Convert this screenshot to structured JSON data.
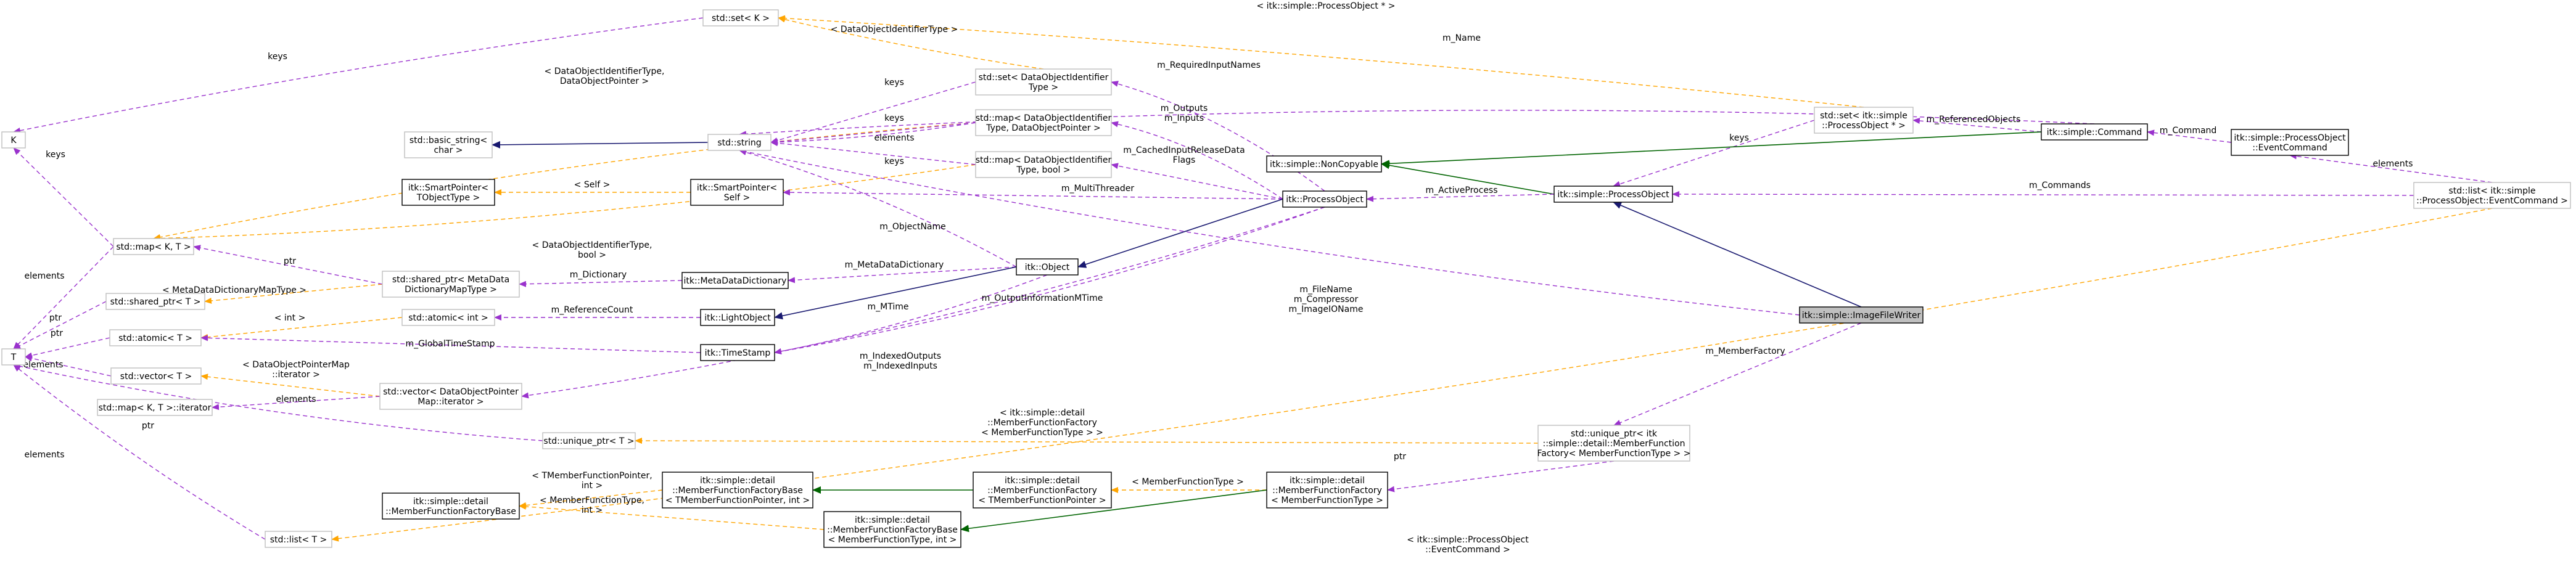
{
  "colors": {
    "member_edge": "#9a32cd",
    "template_edge": "#ffa500",
    "inherit_edge": "#191970",
    "template_inherit_edge": "#006400",
    "focus_fill": "#bfbfbf",
    "template_node_border": "#bfbfbf"
  },
  "nodes": {
    "K": [
      "K"
    ],
    "T": [
      "T"
    ],
    "std_set_K": [
      "std::set< K >"
    ],
    "std_map_KT": [
      "std::map< K, T >"
    ],
    "std_shared_ptr_T": [
      "std::shared_ptr< T >"
    ],
    "std_atomic_T": [
      "std::atomic< T >"
    ],
    "std_vector_T": [
      "std::vector< T >"
    ],
    "std_map_iterator": [
      "std::map< K, T >::iterator"
    ],
    "member_function_factory_base": [
      "itk::simple::detail",
      "::MemberFunctionFactoryBase"
    ],
    "std_list_T": [
      "std::list< T >"
    ],
    "std_basic_string": [
      "std::basic_string<",
      "char >"
    ],
    "smart_pointer_TObjectType": [
      "itk::SmartPointer<",
      "TObjectType >"
    ],
    "std_string": [
      "std::string"
    ],
    "smart_pointer_Self": [
      "itk::SmartPointer<",
      "Self >"
    ],
    "std_shared_ptr_mddmt": [
      "std::shared_ptr< MetaData",
      "DictionaryMapType >"
    ],
    "std_atomic_int": [
      "std::atomic< int >"
    ],
    "std_vector_dopm_iterator": [
      "std::vector< DataObjectPointer",
      "Map::iterator >"
    ],
    "std_unique_ptr_T": [
      "std::unique_ptr< T >"
    ],
    "mffb_TMemberFunctionPointer": [
      "itk::simple::detail",
      "::MemberFunctionFactoryBase",
      "< TMemberFunctionPointer, int >"
    ],
    "mffb_MemberFunctionType": [
      "itk::simple::detail",
      "::MemberFunctionFactoryBase",
      "< MemberFunctionType, int >"
    ],
    "std_set_DOIT": [
      "std::set< DataObjectIdentifier",
      "Type >"
    ],
    "std_map_DOIT_ptr": [
      "std::map< DataObjectIdentifier",
      "Type, DataObjectPointer >"
    ],
    "std_map_DOIT_bool": [
      "std::map< DataObjectIdentifier",
      "Type, bool >"
    ],
    "meta_data_dictionary": [
      "itk::MetaDataDictionary"
    ],
    "light_object": [
      "itk::LightObject"
    ],
    "time_stamp": [
      "itk::TimeStamp"
    ],
    "itk_object": [
      "itk::Object"
    ],
    "member_function_factory_TMFP": [
      "itk::simple::detail",
      "::MemberFunctionFactory",
      "< TMemberFunctionPointer >"
    ],
    "non_copyable": [
      "itk::simple::NonCopyable"
    ],
    "itk_process_object": [
      "itk::ProcessObject"
    ],
    "member_function_factory_MFT": [
      "itk::simple::detail",
      "::MemberFunctionFactory",
      "< MemberFunctionType >"
    ],
    "simple_process_object": [
      "itk::simple::ProcessObject"
    ],
    "std_set_process_object_ptr": [
      "std::set< itk::simple",
      "::ProcessObject * >"
    ],
    "unique_ptr_mff": [
      "std::unique_ptr< itk",
      "::simple::detail::MemberFunction",
      "Factory< MemberFunctionType > >"
    ],
    "image_file_writer": [
      "itk::simple::ImageFileWriter"
    ],
    "simple_command": [
      "itk::simple::Command"
    ],
    "event_command": [
      "itk::simple::ProcessObject",
      "::EventCommand"
    ],
    "std_list_event_command": [
      "std::list< itk::simple",
      "::ProcessObject::EventCommand >"
    ]
  },
  "edge_labels": {
    "keys_set_K": [
      "keys"
    ],
    "keys_map_K": [
      "keys"
    ],
    "elements_map_T": [
      "elements"
    ],
    "ptr_shared_T": [
      "ptr"
    ],
    "ptr_atomic_T": [
      "ptr"
    ],
    "elements_vector_T": [
      "elements"
    ],
    "ptr_unique_T": [
      "ptr"
    ],
    "elements_list_T": [
      "elements"
    ],
    "tpl_mddmt": [
      "< MetaDataDictionaryMapType >"
    ],
    "tpl_int": [
      "< int >"
    ],
    "tpl_dopm_iterator": [
      "< DataObjectPointerMap",
      "::iterator >"
    ],
    "elements_map_iter": [
      "elements"
    ],
    "tpl_tmfp_int": [
      "< TMemberFunctionPointer,",
      "int >"
    ],
    "tpl_mft_int": [
      "< MemberFunctionType,",
      "int >"
    ],
    "tpl_doit": [
      "< DataObjectIdentifierType >"
    ],
    "tpl_doit_ptr": [
      "< DataObjectIdentifierType,",
      "DataObjectPointer >"
    ],
    "tpl_doit_bool": [
      "< DataObjectIdentifierType,",
      "bool >"
    ],
    "tpl_self": [
      "< Self >"
    ],
    "keys_set_doit": [
      "keys"
    ],
    "keys_map_doit_ptr": [
      "keys"
    ],
    "elements_map_doit_ptr": [
      "elements"
    ],
    "keys_map_doit_bool": [
      "keys"
    ],
    "ptr_shared_mddmt": [
      "ptr"
    ],
    "m_dictionary": [
      "m_Dictionary"
    ],
    "m_reference_count": [
      "m_ReferenceCount"
    ],
    "m_global_time_stamp": [
      "m_GlobalTimeStamp"
    ],
    "m_object_name": [
      "m_ObjectName"
    ],
    "m_meta_data_dictionary": [
      "m_MetaDataDictionary"
    ],
    "m_mtime": [
      "m_MTime"
    ],
    "m_required_input_names": [
      "m_RequiredInputNames"
    ],
    "m_outputs_inputs": [
      "m_Outputs",
      "m_Inputs"
    ],
    "m_cached_input_release": [
      "m_CachedInputReleaseData",
      "Flags"
    ],
    "m_multi_threader": [
      "m_MultiThreader"
    ],
    "m_output_information_mtime": [
      "m_OutputInformationMTime"
    ],
    "m_indexed_outputs": [
      "m_IndexedOutputs",
      "m_IndexedInputs"
    ],
    "m_name": [
      "m_Name"
    ],
    "tpl_process_object_ptr": [
      "< itk::simple::ProcessObject * >"
    ],
    "keys_process_object": [
      "keys"
    ],
    "m_referenced_objects": [
      "m_ReferencedObjects"
    ],
    "m_command": [
      "m_Command"
    ],
    "m_active_process": [
      "m_ActiveProcess"
    ],
    "m_commands": [
      "m_Commands"
    ],
    "elements_event_command": [
      "elements"
    ],
    "tpl_event_command": [
      "< itk::simple::ProcessObject",
      "::EventCommand >"
    ],
    "writer_members": [
      "m_FileName",
      "m_Compressor",
      "m_ImageIOName"
    ],
    "m_member_factory": [
      "m_MemberFactory"
    ],
    "tpl_unique_mff": [
      "< itk::simple::detail",
      "::MemberFunctionFactory",
      "< MemberFunctionType > >"
    ],
    "tpl_member_function_type": [
      "< MemberFunctionType >"
    ],
    "ptr_unique_mff": [
      "ptr"
    ]
  }
}
